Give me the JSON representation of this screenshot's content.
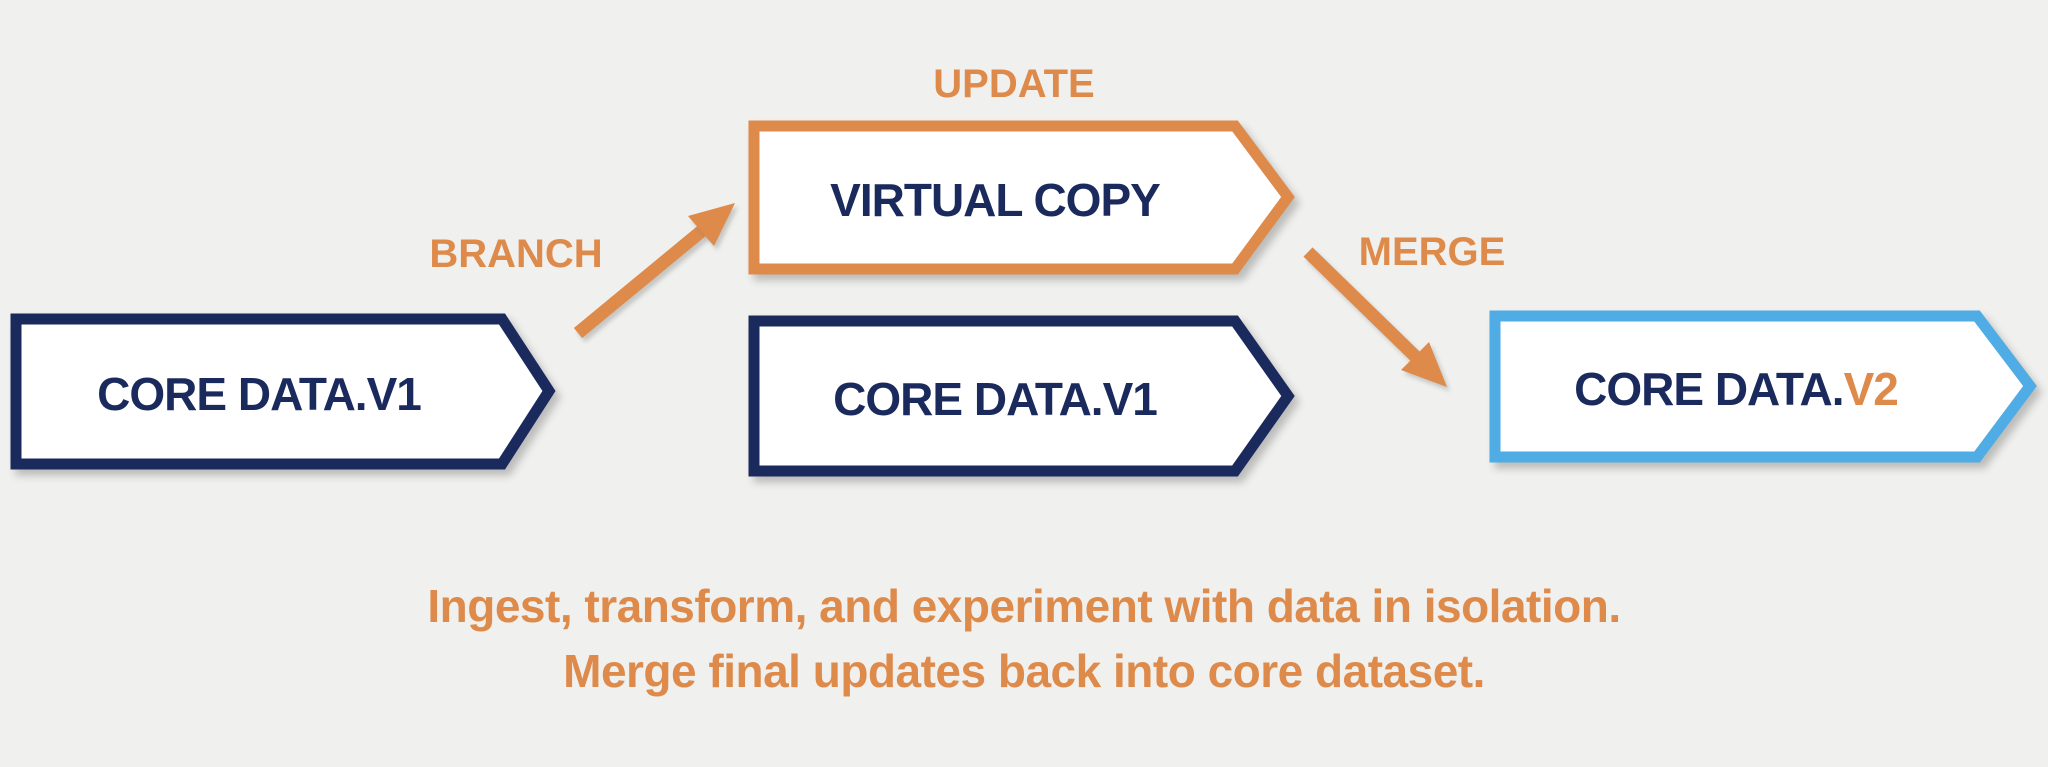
{
  "canvas": {
    "background": "#f0f0ee"
  },
  "colors": {
    "navy": "#1b2a5c",
    "orange": "#de8a4a",
    "blue": "#4face4",
    "box_fill": "#ffffff"
  },
  "diagram": {
    "nodes": [
      {
        "id": "core-data-v1-source",
        "label": "CORE DATA.V1"
      },
      {
        "id": "virtual-copy",
        "label": "VIRTUAL COPY"
      },
      {
        "id": "core-data-v1-unchanged",
        "label": "CORE DATA.V1"
      },
      {
        "id": "core-data-v2",
        "label_base": "CORE DATA.",
        "label_version": "V2"
      }
    ],
    "labels": {
      "update": "UPDATE",
      "branch": "BRANCH",
      "merge": "MERGE"
    },
    "caption": {
      "line1": "Ingest, transform, and experiment with data in isolation.",
      "line2": "Merge final updates back into core dataset."
    }
  }
}
